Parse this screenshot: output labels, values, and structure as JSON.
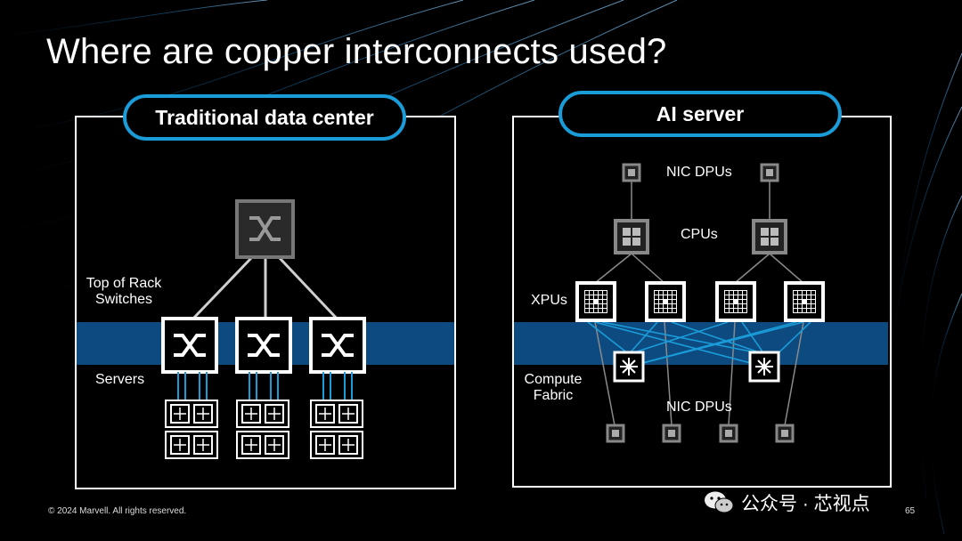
{
  "title": "Where are copper interconnects used?",
  "left_panel": {
    "heading": "Traditional data center",
    "label_top_of_rack": [
      "Top of Rack",
      "Switches"
    ],
    "label_servers": "Servers"
  },
  "right_panel": {
    "heading": "AI server",
    "label_nic_dpus_top": "NIC DPUs",
    "label_cpus": "CPUs",
    "label_xpus": "XPUs",
    "label_compute_fabric": [
      "Compute",
      "Fabric"
    ],
    "label_nic_dpus_bottom": "NIC DPUs"
  },
  "footer": "© 2024 Marvell. All rights reserved.",
  "page_number": "65",
  "watermark": "公众号 · 芯视点",
  "colors": {
    "accent": "#1a9cd8",
    "band": "#0d4a80",
    "links": "#1a9cd8",
    "grey_icon": "#555555"
  }
}
